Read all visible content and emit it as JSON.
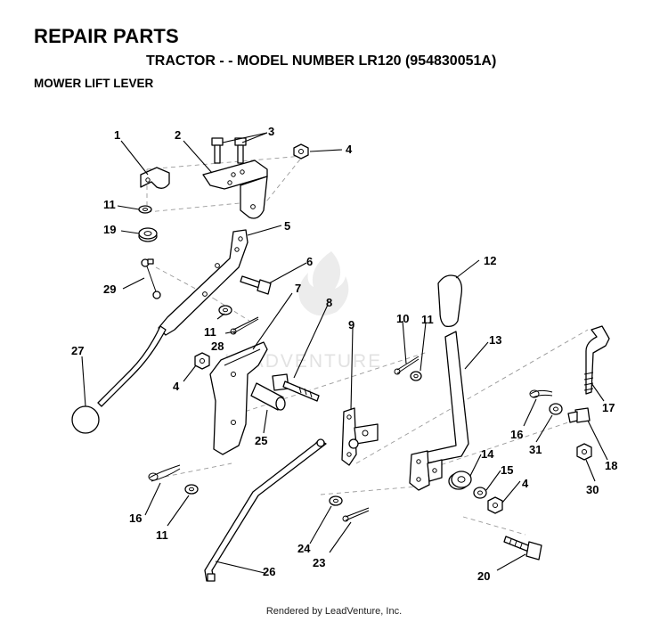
{
  "header": {
    "title": "REPAIR PARTS",
    "subtitle": "TRACTOR - - MODEL NUMBER LR120 (954830051A)",
    "section": "MOWER LIFT LEVER"
  },
  "watermark": "LEADVENTURE",
  "footer": "Rendered by LeadVenture, Inc.",
  "callouts": [
    {
      "id": "c1",
      "label": "1"
    },
    {
      "id": "c2",
      "label": "2"
    },
    {
      "id": "c3",
      "label": "3"
    },
    {
      "id": "c4a",
      "label": "4"
    },
    {
      "id": "c5",
      "label": "5"
    },
    {
      "id": "c6",
      "label": "6"
    },
    {
      "id": "c7",
      "label": "7"
    },
    {
      "id": "c8",
      "label": "8"
    },
    {
      "id": "c9",
      "label": "9"
    },
    {
      "id": "c10",
      "label": "10"
    },
    {
      "id": "c11a",
      "label": "11"
    },
    {
      "id": "c11b",
      "label": "11"
    },
    {
      "id": "c11c",
      "label": "11"
    },
    {
      "id": "c11d",
      "label": "11"
    },
    {
      "id": "c12",
      "label": "12"
    },
    {
      "id": "c13",
      "label": "13"
    },
    {
      "id": "c14",
      "label": "14"
    },
    {
      "id": "c15",
      "label": "15"
    },
    {
      "id": "c4b",
      "label": "4"
    },
    {
      "id": "c4c",
      "label": "4"
    },
    {
      "id": "c16a",
      "label": "16"
    },
    {
      "id": "c16b",
      "label": "16"
    },
    {
      "id": "c17",
      "label": "17"
    },
    {
      "id": "c18",
      "label": "18"
    },
    {
      "id": "c19",
      "label": "19"
    },
    {
      "id": "c20",
      "label": "20"
    },
    {
      "id": "c23",
      "label": "23"
    },
    {
      "id": "c24",
      "label": "24"
    },
    {
      "id": "c25",
      "label": "25"
    },
    {
      "id": "c26",
      "label": "26"
    },
    {
      "id": "c27",
      "label": "27"
    },
    {
      "id": "c28",
      "label": "28"
    },
    {
      "id": "c29",
      "label": "29"
    },
    {
      "id": "c30",
      "label": "30"
    },
    {
      "id": "c31",
      "label": "31"
    }
  ]
}
